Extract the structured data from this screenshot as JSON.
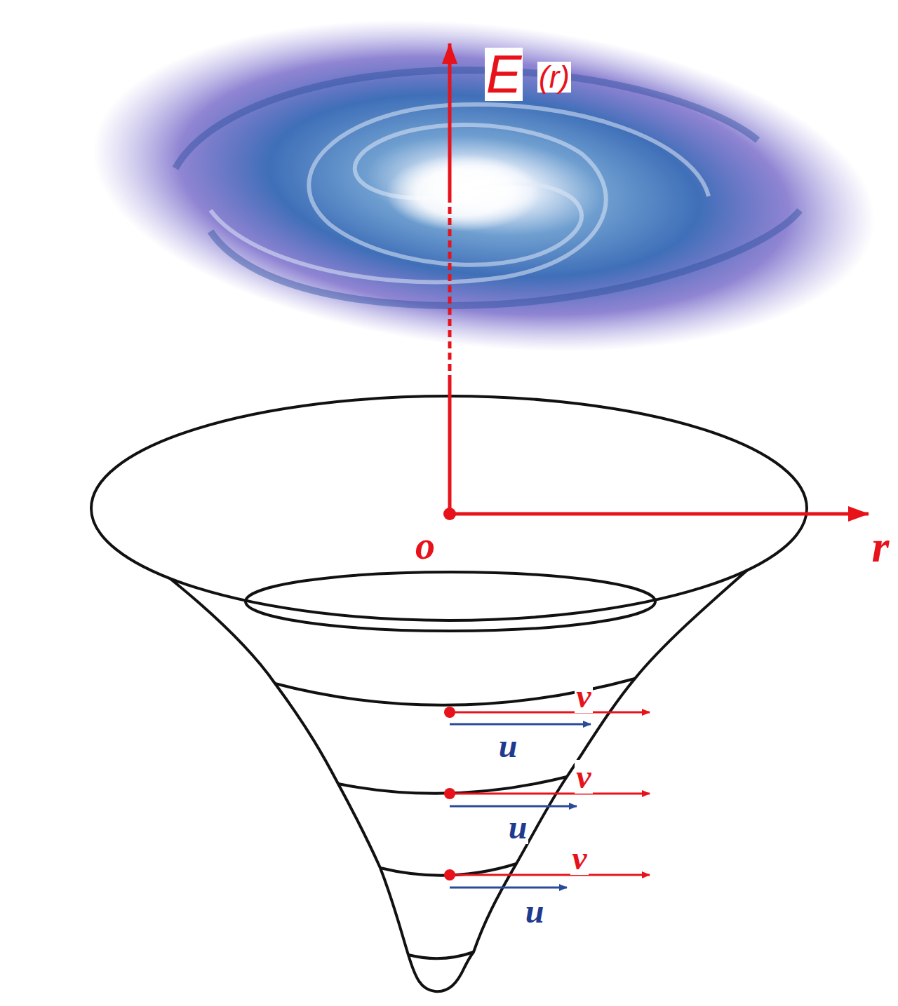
{
  "diagram": {
    "labels": [
      "E",
      "(r)",
      "o",
      "r",
      "v",
      "u",
      "v",
      "u",
      "v",
      "u"
    ]
  }
}
